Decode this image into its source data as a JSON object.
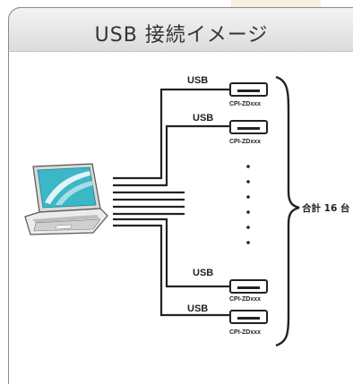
{
  "title": "USB 接続イメージ",
  "usb_label": "USB",
  "device_label": "CPI-ZDxxx",
  "total_label": "合計 16 台",
  "colors": {
    "line": "#222222",
    "frame": "#8a8a8a",
    "screen": "#3bb7c7"
  }
}
